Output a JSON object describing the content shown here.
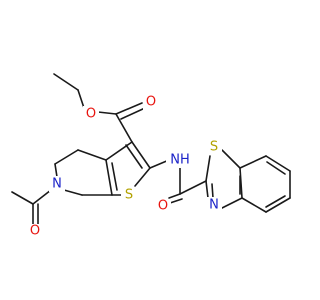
{
  "atom_labels": {
    "ester_O_carbonyl": "O",
    "ester_O_ether": "O",
    "amide_N": "NH",
    "amide_O": "O",
    "thiophene_S": "S",
    "ring_N": "N",
    "acetyl_O": "O",
    "benzothiazole_S": "S",
    "benzothiazole_N": "N"
  },
  "colors": {
    "bond": "#1a1a1a",
    "oxygen": "#e8140f",
    "nitrogen": "#1a22c8",
    "sulfur": "#b2a200"
  }
}
